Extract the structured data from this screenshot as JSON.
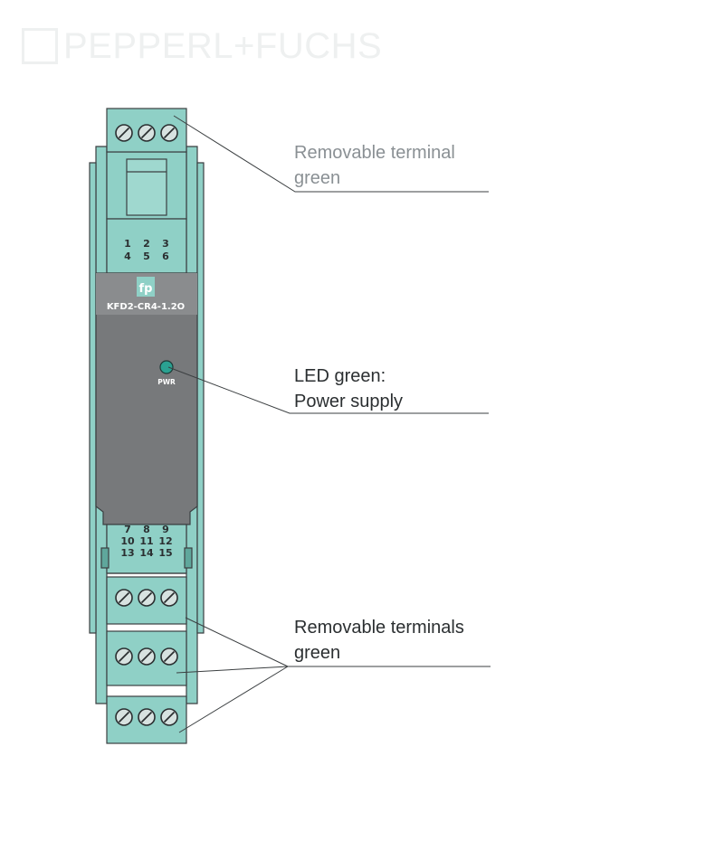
{
  "watermark": {
    "brand": "PEPPERL+FUCHS"
  },
  "device": {
    "model": "KFD2-CR4-1.2O",
    "logo_text": "fp",
    "led_label": "PWR",
    "top_terminal_numbers": [
      [
        "1",
        "2",
        "3"
      ],
      [
        "4",
        "5",
        "6"
      ]
    ],
    "bottom_terminal_numbers": [
      [
        "7",
        "8",
        "9"
      ],
      [
        "10",
        "11",
        "12"
      ],
      [
        "13",
        "14",
        "15"
      ]
    ]
  },
  "callouts": {
    "top_terminal": {
      "line1": "Removable terminal",
      "line2": "green"
    },
    "led": {
      "line1": "LED green:",
      "line2": "Power supply"
    },
    "bottom_terminals": {
      "line1": "Removable terminals",
      "line2": "green"
    }
  },
  "colors": {
    "housing_teal": "#8fd0c6",
    "housing_teal_dark": "#5fa79c",
    "front_panel": "#77797b",
    "outline": "#3b3f41",
    "led": "#2aa191",
    "text_dark": "#2b2f31",
    "text_light": "#8a9094"
  }
}
